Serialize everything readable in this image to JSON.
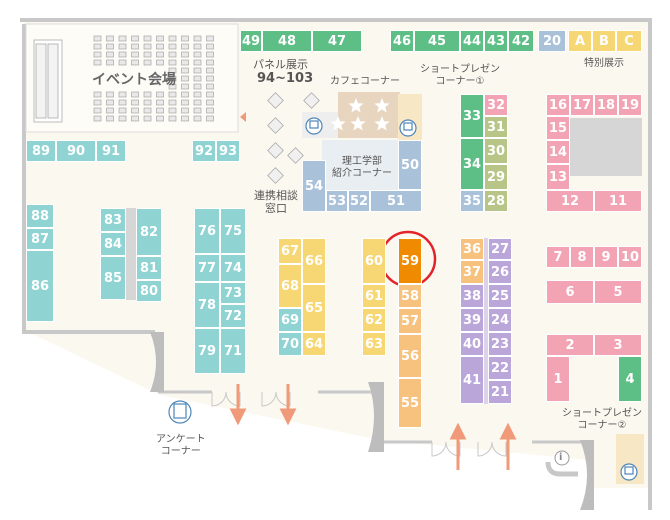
{
  "colors": {
    "teal": "#8fd3d3",
    "green": "#5dbf86",
    "blue": "#a9c2d9",
    "olive": "#b7c586",
    "yellow": "#f7d774",
    "orange": "#f7c27e",
    "purple": "#bba6da",
    "pink": "#f3a4b4",
    "gray": "#cfcfcf",
    "highlight_booth": "#f08a00",
    "highlight_circle": "#e3232c",
    "arrow": "#f19a7a",
    "wall": "#c8c8c8",
    "floor": "#fbf8ef"
  },
  "labels": {
    "event_hall": "イベント会場",
    "panel_title": "パネル展示",
    "panel_range": "94~103",
    "cafe": "カフェコーナー",
    "short_presen_1": "ショートプレゼン\nコーナー①",
    "special": "特別展示",
    "science_faculty": "理工学部\n紹介コーナー",
    "consult": "連携相談\n窓口",
    "survey": "アンケート\nコーナー",
    "short_presen_2": "ショートプレゼン\nコーナー②",
    "info": "i"
  },
  "booths": [
    {
      "id": "49",
      "c": "green"
    },
    {
      "id": "48",
      "c": "green"
    },
    {
      "id": "47",
      "c": "green"
    },
    {
      "id": "46",
      "c": "green"
    },
    {
      "id": "45",
      "c": "green"
    },
    {
      "id": "44",
      "c": "green"
    },
    {
      "id": "43",
      "c": "green"
    },
    {
      "id": "42",
      "c": "green"
    },
    {
      "id": "20",
      "c": "blue"
    },
    {
      "id": "A",
      "c": "yellow"
    },
    {
      "id": "B",
      "c": "yellow"
    },
    {
      "id": "C",
      "c": "yellow"
    },
    {
      "id": "89",
      "c": "teal"
    },
    {
      "id": "90",
      "c": "teal"
    },
    {
      "id": "91",
      "c": "teal"
    },
    {
      "id": "92",
      "c": "teal"
    },
    {
      "id": "93",
      "c": "teal"
    },
    {
      "id": "33",
      "c": "green"
    },
    {
      "id": "32",
      "c": "pink"
    },
    {
      "id": "31",
      "c": "olive"
    },
    {
      "id": "34",
      "c": "green"
    },
    {
      "id": "30",
      "c": "olive"
    },
    {
      "id": "29",
      "c": "olive"
    },
    {
      "id": "35",
      "c": "blue"
    },
    {
      "id": "28",
      "c": "olive"
    },
    {
      "id": "50",
      "c": "blue"
    },
    {
      "id": "54",
      "c": "blue"
    },
    {
      "id": "53",
      "c": "blue"
    },
    {
      "id": "52",
      "c": "blue"
    },
    {
      "id": "51",
      "c": "blue"
    },
    {
      "id": "16",
      "c": "pink"
    },
    {
      "id": "17",
      "c": "pink"
    },
    {
      "id": "18",
      "c": "pink"
    },
    {
      "id": "19",
      "c": "pink"
    },
    {
      "id": "15",
      "c": "pink"
    },
    {
      "id": "14",
      "c": "pink"
    },
    {
      "id": "13",
      "c": "pink"
    },
    {
      "id": "12",
      "c": "pink"
    },
    {
      "id": "11",
      "c": "pink"
    },
    {
      "id": "88",
      "c": "teal"
    },
    {
      "id": "87",
      "c": "teal"
    },
    {
      "id": "86",
      "c": "teal"
    },
    {
      "id": "83",
      "c": "teal"
    },
    {
      "id": "84",
      "c": "teal"
    },
    {
      "id": "85",
      "c": "teal"
    },
    {
      "id": "82",
      "c": "teal"
    },
    {
      "id": "81",
      "c": "teal"
    },
    {
      "id": "80",
      "c": "teal"
    },
    {
      "id": "76",
      "c": "teal"
    },
    {
      "id": "75",
      "c": "teal"
    },
    {
      "id": "77",
      "c": "teal"
    },
    {
      "id": "74",
      "c": "teal"
    },
    {
      "id": "78",
      "c": "teal"
    },
    {
      "id": "73",
      "c": "teal"
    },
    {
      "id": "72",
      "c": "teal"
    },
    {
      "id": "79",
      "c": "teal"
    },
    {
      "id": "71",
      "c": "teal"
    },
    {
      "id": "67",
      "c": "yellow"
    },
    {
      "id": "66",
      "c": "yellow"
    },
    {
      "id": "68",
      "c": "yellow"
    },
    {
      "id": "65",
      "c": "yellow"
    },
    {
      "id": "69",
      "c": "teal"
    },
    {
      "id": "70",
      "c": "teal"
    },
    {
      "id": "64",
      "c": "yellow"
    },
    {
      "id": "60",
      "c": "yellow"
    },
    {
      "id": "61",
      "c": "yellow"
    },
    {
      "id": "62",
      "c": "yellow"
    },
    {
      "id": "63",
      "c": "yellow"
    },
    {
      "id": "59",
      "c": "highlight_booth"
    },
    {
      "id": "58",
      "c": "orange"
    },
    {
      "id": "57",
      "c": "orange"
    },
    {
      "id": "56",
      "c": "orange"
    },
    {
      "id": "55",
      "c": "orange"
    },
    {
      "id": "36",
      "c": "orange"
    },
    {
      "id": "27",
      "c": "purple"
    },
    {
      "id": "37",
      "c": "orange"
    },
    {
      "id": "26",
      "c": "purple"
    },
    {
      "id": "38",
      "c": "purple"
    },
    {
      "id": "25",
      "c": "purple"
    },
    {
      "id": "39",
      "c": "purple"
    },
    {
      "id": "24",
      "c": "purple"
    },
    {
      "id": "40",
      "c": "purple"
    },
    {
      "id": "23",
      "c": "purple"
    },
    {
      "id": "41",
      "c": "purple"
    },
    {
      "id": "22",
      "c": "purple"
    },
    {
      "id": "21",
      "c": "purple"
    },
    {
      "id": "7",
      "c": "pink"
    },
    {
      "id": "8",
      "c": "pink"
    },
    {
      "id": "9",
      "c": "pink"
    },
    {
      "id": "10",
      "c": "pink"
    },
    {
      "id": "6",
      "c": "pink"
    },
    {
      "id": "5",
      "c": "pink"
    },
    {
      "id": "2",
      "c": "pink"
    },
    {
      "id": "3",
      "c": "pink"
    },
    {
      "id": "1",
      "c": "pink"
    },
    {
      "id": "4",
      "c": "green"
    }
  ]
}
